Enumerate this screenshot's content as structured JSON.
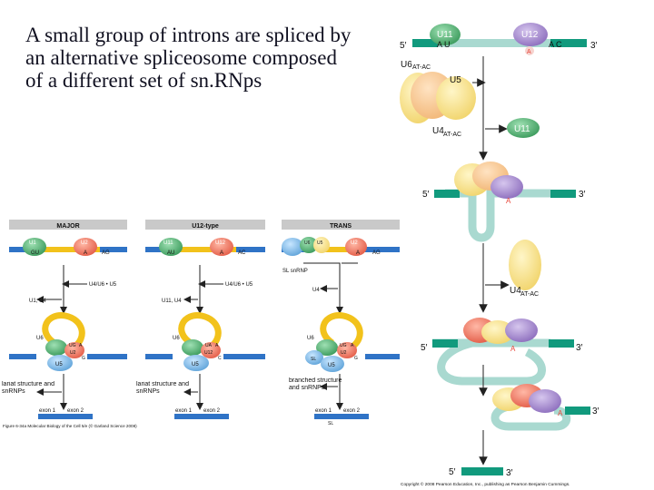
{
  "slide": {
    "title": "A small group of introns are spliced by an alternative spliceosome composed of a different set of sn.RNps"
  },
  "left_figure": {
    "panels": [
      {
        "header": "MAJOR",
        "snrna_left": "U1",
        "snrna_right": "U2",
        "site_left": "GU",
        "site_branch": "A",
        "site_right": "AG",
        "step_joining": "U4/U6 • U5",
        "step_leaving": "U1, U4",
        "complex_top": "U6",
        "complex_parts": [
          "UG",
          "A",
          "U2",
          "G",
          "U5"
        ],
        "complex_u2": "U2",
        "complex_u5": "U5",
        "result_label": "lariat structure and snRNPs",
        "exon1": "exon 1",
        "exon2": "exon 2"
      },
      {
        "header": "U12-type",
        "snrna_left": "U11",
        "snrna_right": "U12",
        "site_left": "AU",
        "site_branch": "A",
        "site_right": "AC",
        "step_joining": "U4/U6 • U5",
        "step_leaving": "U11, U4",
        "complex_top": "U6",
        "complex_parts": [
          "UA",
          "A",
          "U12",
          "C",
          "U5"
        ],
        "complex_u2": "U12",
        "complex_u5": "U5",
        "result_label": "lariat structure and snRNPs",
        "exon1": "exon 1",
        "exon2": "exon 2"
      },
      {
        "header": "TRANS",
        "snrna_left": "SL",
        "snrna_right": "U2",
        "site_left": "U6",
        "site_branch": "A",
        "site_right": "AG",
        "site_u5": "U5",
        "sl_label": "SL snRNP",
        "step_joining": "U4",
        "complex_top": "U6",
        "complex_parts": [
          "UG",
          "A",
          "U2",
          "G",
          "SL",
          "U5"
        ],
        "complex_u2": "U2",
        "complex_u5": "U5",
        "result_label": "branched structure and snRNPs",
        "exon1": "exon 1",
        "exon2": "exon 2",
        "sl_mark": "SL"
      }
    ],
    "caption": "Figure 6-34a  Molecular Biology of the Cell 5/e (© Garland Science 2008)"
  },
  "right_figure": {
    "five_prime": "5′",
    "three_prime": "3′",
    "u11": "U11",
    "u12": "U12",
    "au_site": "A U",
    "ac_site": "A C",
    "branch": "A",
    "u6_label": "U6",
    "u6_sub": "AT-AC",
    "u5": "U5",
    "u4_label": "U4",
    "u4_sub": "AT-AC",
    "u11_out": "U11",
    "credit": "Copyright © 2008 Pearson Education, Inc., publishing as Pearson Benjamin Cummings."
  },
  "colors": {
    "rna_teal": "#a9d9d0",
    "exon_green": "#119a7d",
    "branch_red": "#e8463a",
    "u11_green": "#4aa86b",
    "u12_purple": "#9b7fc4",
    "u5_yellow": "#f3dc84",
    "u6_peach": "#f6c48f",
    "u2_red": "#e86a55",
    "exon_blue": "#2f73c6",
    "intron_yellow": "#f2c21b"
  }
}
